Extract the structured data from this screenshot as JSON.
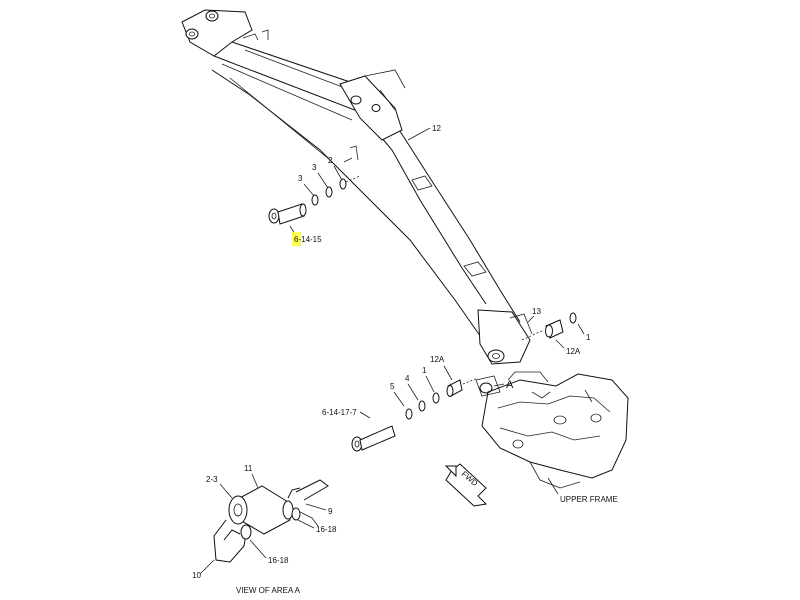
{
  "callouts": {
    "part_12": "12",
    "part_3_upper": "3",
    "part_3_lower": "3",
    "part_2": "2",
    "ref_6_14_15": "6-14-15",
    "part_13": "13",
    "part_12a_right": "12A",
    "part_1_right": "1",
    "part_12a_left": "12A",
    "part_5": "5",
    "part_4": "4",
    "part_1_left": "1",
    "area_a": "A",
    "ref_6_14_17_7": "6-14-17-7",
    "fwd": "FWD",
    "upper_frame": "UPPER FRAME",
    "part_2_3": "2-3",
    "part_11": "11",
    "part_9": "9",
    "part_16_18_right": "16-18",
    "part_16_18_left": "16-18",
    "part_10": "10",
    "view_of_area_a": "VIEW OF AREA A"
  },
  "highlight_color": "#ffff4d"
}
